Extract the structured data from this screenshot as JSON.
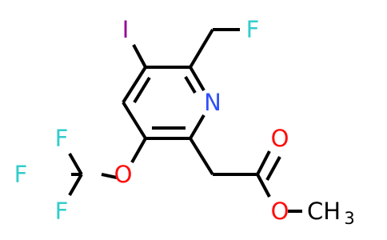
{
  "colors": {
    "carbon": "#000000",
    "fluorine": "#33cccc",
    "iodine": "#940094",
    "nitrogen": "#3050f8",
    "oxygen": "#ff0d0d"
  },
  "atoms": {
    "iodine": "I",
    "fluorine_methyl": "F",
    "nitrogen": "N",
    "oxygen_ether": "O",
    "fluorine_1": "F",
    "fluorine_2": "F",
    "fluorine_3": "F",
    "oxygen_carbonyl": "O",
    "oxygen_ester": "O",
    "methyl_carbon": "CH",
    "methyl_subscript": "3"
  }
}
